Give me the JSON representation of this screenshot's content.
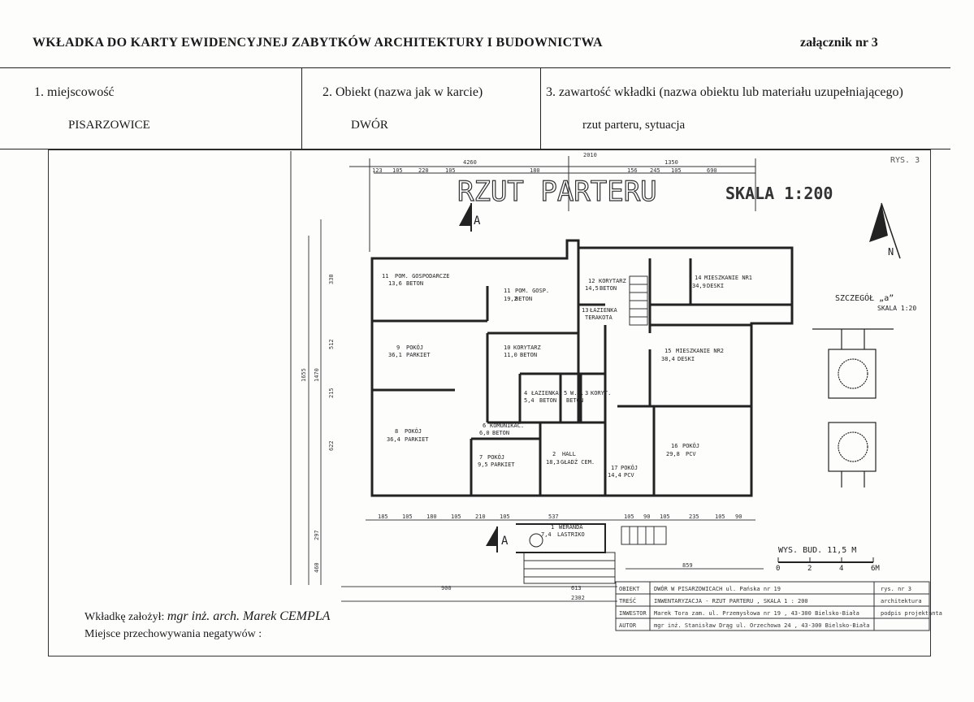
{
  "header": {
    "title": "WKŁADKA DO KARTY EWIDENCYJNEJ ZABYTKÓW ARCHITEKTURY I BUDOWNICTWA",
    "annex": "załącznik nr 3"
  },
  "fields": [
    {
      "label": "1. miejscowość",
      "value": "PISARZOWICE"
    },
    {
      "label": "2. Obiekt (nazwa jak w karcie)",
      "value": "DWÓR"
    },
    {
      "label": "3. zawartość wkładki (nazwa obiektu lub materiału uzupełniającego)",
      "value": "rzut parteru,  sytuacja"
    }
  ],
  "drawing": {
    "title": "RZUT PARTERU",
    "scale": "SKALA 1:200",
    "sheet_mark": "RYS. 3",
    "north_mark": "N",
    "section_mark": "A",
    "detail_title": "SZCZEGÓŁ „a”",
    "detail_scale": "SKALA 1:20",
    "height_note": "WYS. BUD. 11,5 M",
    "scale_bar": [
      "0",
      "2",
      "4",
      "6M"
    ],
    "dims_top": [
      "4260",
      "2010",
      "1350",
      "123",
      "105",
      "220",
      "105",
      "180",
      "156",
      "245",
      "105",
      "690"
    ],
    "dims_bottom": [
      "185",
      "105",
      "180",
      "105",
      "210",
      "105",
      "537",
      "105",
      "90",
      "105",
      "235",
      "105",
      "90",
      "900",
      "613",
      "2302",
      "859"
    ],
    "dims_side": [
      "1655",
      "1470",
      "330",
      "512",
      "215",
      "622",
      "297",
      "460"
    ],
    "rooms": [
      {
        "no": "11",
        "name": "POM. GOSPODARCZE",
        "area": "13,6",
        "floor": "BETON"
      },
      {
        "no": "11",
        "name": "POM. GOSP.",
        "area": "19,2",
        "floor": "BETON"
      },
      {
        "no": "12",
        "name": "KORYTARZ",
        "area": "14,5",
        "floor": "BETON"
      },
      {
        "no": "13",
        "name": "ŁAZIENKA",
        "area": "",
        "floor": "TERAKOTA"
      },
      {
        "no": "14",
        "name": "MIESZKANIE NR1",
        "area": "34,9",
        "floor": "DESKI"
      },
      {
        "no": "9",
        "name": "POKÓJ",
        "area": "36,1",
        "floor": "PARKIET"
      },
      {
        "no": "10",
        "name": "KORYTARZ",
        "area": "11,0",
        "floor": "BETON"
      },
      {
        "no": "15",
        "name": "MIESZKANIE NR2",
        "area": "38,4",
        "floor": "DESKI"
      },
      {
        "no": "4",
        "name": "ŁAZIENKA",
        "area": "5,4",
        "floor": "BETON"
      },
      {
        "no": "5",
        "name": "W.C.",
        "area": "",
        "floor": "BETON"
      },
      {
        "no": "3",
        "name": "KORYT.",
        "area": "",
        "floor": ""
      },
      {
        "no": "6",
        "name": "KOMUNIKAC.",
        "area": "6,0",
        "floor": "BETON"
      },
      {
        "no": "8",
        "name": "POKÓJ",
        "area": "36,4",
        "floor": "PARKIET"
      },
      {
        "no": "7",
        "name": "POKÓJ",
        "area": "9,5",
        "floor": "PARKIET"
      },
      {
        "no": "2",
        "name": "HALL",
        "area": "18,3",
        "floor": "GŁADŹ CEM."
      },
      {
        "no": "17",
        "name": "POKÓJ",
        "area": "14,4",
        "floor": "PCV"
      },
      {
        "no": "16",
        "name": "POKÓJ",
        "area": "29,8",
        "floor": "PCV"
      },
      {
        "no": "1",
        "name": "WERANDA",
        "area": "7,4",
        "floor": "LASTRIKO"
      }
    ]
  },
  "title_block": [
    {
      "key": "OBIEKT",
      "value": "DWÓR W PISARZOWICACH  ul. Pańska nr 19",
      "right": "rys. nr 3"
    },
    {
      "key": "TREŚĆ",
      "value": "INWENTARYZACJA - RZUT PARTERU , SKALA 1 : 200",
      "right": "architektura"
    },
    {
      "key": "INWESTOR",
      "value": "Marek Tora  zam. ul. Przemysłowa nr 19 , 43-300 Bielsko-Biała",
      "right": "podpis projektanta"
    },
    {
      "key": "AUTOR",
      "value": "mgr inż. Stanisław Drąg  ul. Orzechowa 24 , 43-300 Bielsko-Biała",
      "right": ""
    }
  ],
  "footer": {
    "founder_label": "Wkładkę założył:",
    "founder_name": "mgr inż. arch. Marek CEMPLA",
    "negatives_label": "Miejsce przechowywania negatywów :"
  }
}
